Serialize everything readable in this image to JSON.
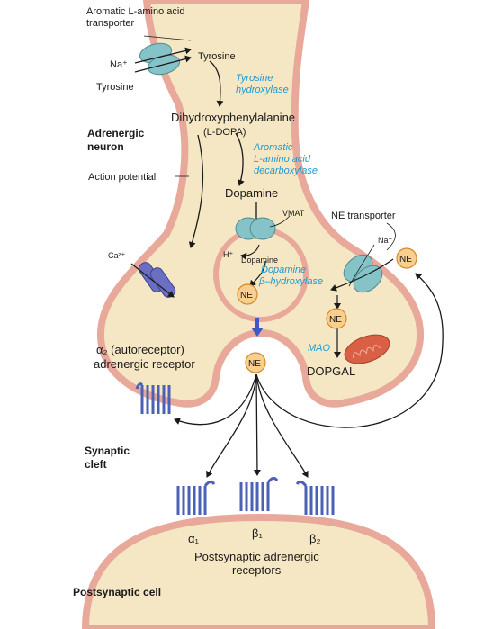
{
  "labels": {
    "transporter_aromatic_1": "Aromatic L-amino acid",
    "transporter_aromatic_2": "transporter",
    "na_left": "Na⁺",
    "tyrosine_left": "Tyrosine",
    "tyrosine_right": "Tyrosine",
    "tyrosine_hydroxylase_1": "Tyrosine",
    "tyrosine_hydroxylase_2": "hydroxylase",
    "dopa_1": "Dihydroxyphenylalanine",
    "dopa_2": "(L-DOPA)",
    "neuron_1": "Adrenergic",
    "neuron_2": "neuron",
    "aadc_1": "Aromatic",
    "aadc_2": "L-amino acid",
    "aadc_3": "decarboxylase",
    "action_potential": "Action potential",
    "dopamine": "Dopamine",
    "vmat": "VMAT",
    "ne_transporter": "NE transporter",
    "na_right": "Na⁺",
    "ca": "Ca²⁺",
    "h_plus": "H⁺",
    "dopamine_small": "Dopamine",
    "dbh_1": "Dopamine",
    "dbh_2": "β–hydroxylase",
    "ne": "NE",
    "mao": "MAO",
    "dopgal": "DOPGAL",
    "alpha2_1": "α₂ (autoreceptor)",
    "alpha2_2": "adrenergic receptor",
    "synaptic_1": "Synaptic",
    "synaptic_2": "cleft",
    "alpha1": "α₁",
    "beta1": "β₁",
    "beta2": "β₂",
    "postsyn_rec_1": "Postsynaptic adrenergic",
    "postsyn_rec_2": "receptors",
    "postsyn_cell": "Postsynaptic cell"
  },
  "colors": {
    "cell_fill": "#f6e7c4",
    "membrane": "#e8a99b",
    "enzyme_text": "#1b9bd1",
    "transporter": "#86c3c8",
    "ca_channel": "#6a6fc2",
    "receptor": "#4a61b5",
    "ne_fill": "#f9cf8f",
    "mito": "#d95f45",
    "arrow_blue": "#3d59c8"
  }
}
